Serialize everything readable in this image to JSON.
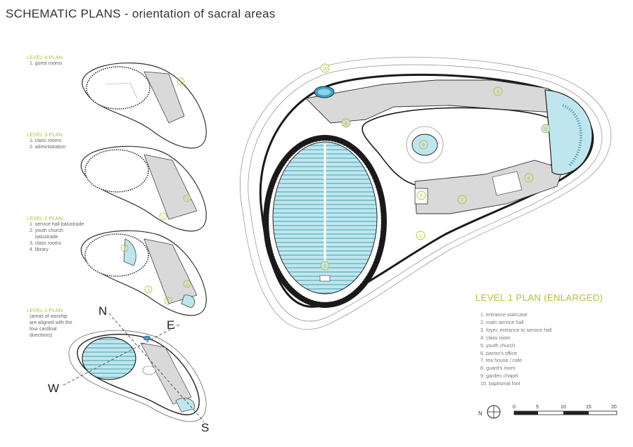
{
  "title": "SCHEMATIC PLANS - orientation of sacral areas",
  "small_plans": [
    {
      "heading": "LEVEL 4 PLAN",
      "items": [
        "1. guest rooms"
      ]
    },
    {
      "heading": "LEVEL 3 PLAN",
      "items": [
        "1. class rooms",
        "2. administration"
      ]
    },
    {
      "heading": "LEVEL 2 PLAN",
      "items": [
        "1. service hall balustrade",
        "2. youth church",
        "balustrade",
        "3. class rooms",
        "4. library"
      ]
    },
    {
      "heading": "LEVEL 1 PLAN",
      "items": [
        "(areas of worship",
        "are aligned with the",
        "four cardinal",
        "directions)"
      ]
    }
  ],
  "compass": {
    "n": "N",
    "e": "E",
    "s": "S",
    "w": "W"
  },
  "main_plan": {
    "heading": "LEVEL 1 PLAN (ENLARGED)",
    "legend": [
      "1.  entrance staircase",
      "2.  main service hall",
      "3.  foyer, entrance to service hall",
      "4.  class room",
      "5.  youth church",
      "6.  pastor's office",
      "7.  tea house / cafe",
      "8.  guard's room",
      "9.  garden chapel",
      "10. baptismal font"
    ],
    "markers": [
      "1",
      "2",
      "3",
      "4",
      "5",
      "6",
      "7",
      "8",
      "9",
      "10"
    ]
  },
  "scale_bar": {
    "north": "N",
    "ticks": [
      "0",
      "5",
      "10",
      "15",
      "20"
    ]
  },
  "colors": {
    "accent": "#b8bf2a",
    "worship": "#bfe6ee",
    "rooms": "#d9d9d9",
    "wall": "#1a1a1a"
  }
}
